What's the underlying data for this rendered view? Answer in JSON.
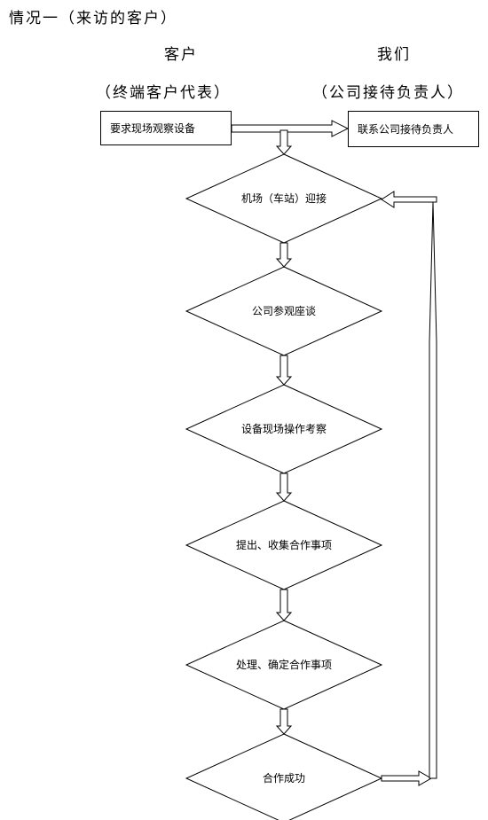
{
  "title": "情况一（来访的客户）",
  "columns": {
    "left": {
      "header": "客户",
      "subheader": "（终端客户代表）"
    },
    "right": {
      "header": "我们",
      "subheader": "（公司接待负责人）"
    }
  },
  "boxes": {
    "customer_request": "要求现场观察设备",
    "company_contact": "联系公司接待负责人"
  },
  "steps": [
    "机场（车站）迎接",
    "公司参观座谈",
    "设备现场操作考察",
    "提出、收集合作事项",
    "处理、确定合作事项",
    "合作成功"
  ]
}
